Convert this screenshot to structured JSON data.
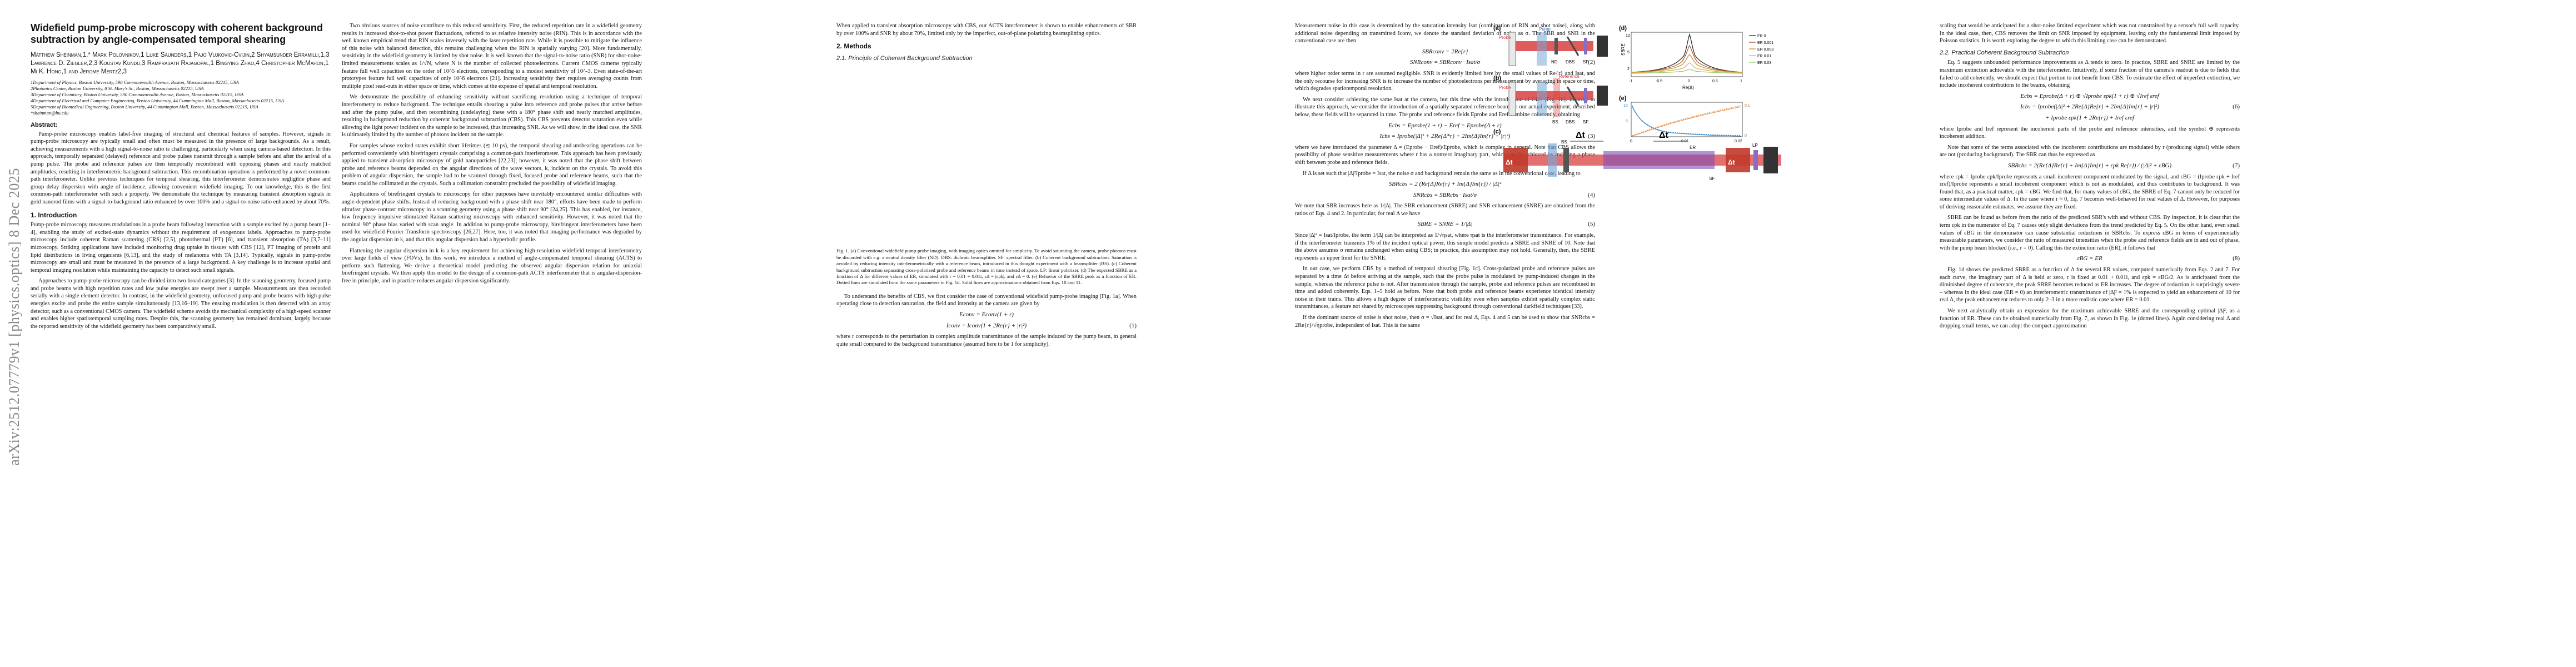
{
  "arxiv_stamp": "arXiv:2512.07779v1  [physics.optics]  8 Dec 2025",
  "title": "Widefield pump-probe microscopy with coherent background subtraction by angle-compensated temporal shearing",
  "authors": "Matthew Sheinman,1,* Mark Polovnikov,1 Luke Saunders,1 Pajo Vujkovic-Cvijin,2 Shyamsunder Erramilli,1,3 Lawrence D. Ziegler,2,3 Koustav Kundu,3 Ramprasath Rajagopal,1 Bingying Zhao,4 Christopher McMahon,1 Mi K. Hong,1 and Jerome Mertz2,3",
  "affiliations": [
    "1Department of Physics, Boston University, 590 Commonwealth Avenue, Boston, Massachusetts 02215, USA",
    "2Photonics Center, Boston University, 8 St. Mary's St., Boston, Massachusetts 02215, USA",
    "3Department of Chemistry, Boston University, 590 Commonwealth Avenue, Boston, Massachusetts 02215, USA",
    "4Department of Electrical and Computer Engineering, Boston University, 44 Cummington Mall, Boston, Massachusetts 02215, USA",
    "5Department of Biomedical Engineering, Boston University, 44 Cummington Mall, Boston, Massachusetts 02215, USA",
    "*sheinman@bu.edu"
  ],
  "abstract_heading": "Abstract:",
  "abstract": "Pump-probe microscopy enables label-free imaging of structural and chemical features of samples. However, signals in pump-probe microscopy are typically small and often must be measured in the presence of large backgrounds. As a result, achieving measurements with a high signal-to-noise ratio is challenging, particularly when using camera-based detection. In this approach, temporally separated (delayed) reference and probe pulses transmit through a sample before and after the arrival of a pump pulse. The probe and reference pulses are then temporally recombined with opposing phases and nearly matched amplitudes, resulting in interferometric background subtraction. This recombination operation is performed by a novel common-path interferometer. Unlike previous techniques for temporal shearing, this interferometer demonstrates negligible phase and group delay dispersion with angle of incidence, allowing convenient widefield imaging. To our knowledge, this is the first common-path interferometer with such a property. We demonstrate the technique by measuring transient absorption signals in gold nanorod films with a signal-to-background ratio enhanced by over 100% and a signal-to-noise ratio enhanced by about 70%.",
  "sec1_heading": "1.   Introduction",
  "sec1_p1": "Pump-probe microscopy measures modulations in a probe beam following interaction with a sample excited by a pump beam [1–4], enabling the study of excited-state dynamics without the requirement of exogenous labels. Approaches to pump-probe microscopy include coherent Raman scattering (CRS) [2,5], photothermal (PT) [6], and transient absorption (TA) [3,7–11] microscopy. Striking applications have included monitoring drug uptake in tissues with CRS [12], PT imaging of protein and lipid distributions in living organisms [6,13], and the study of melanoma with TA [3,14]. Typically, signals in pump-probe microscopy are small and must be measured in the presence of a large background. A key challenge is to increase spatial and temporal imaging resolution while maintaining the capacity to detect such small signals.",
  "sec1_p2": "Approaches to pump-probe microscopy can be divided into two broad categories [3]. In the scanning geometry, focused pump and probe beams with high repetition rates and low pulse energies are swept over a sample. Measurements are then recorded serially with a single element detector. In contrast, in the widefield geometry, unfocused pump and probe beams with high pulse energies excite and probe the entire sample simultaneously [13,16–19]. The ensuing modulation is then detected with an array detector, such as a conventional CMOS camera. The widefield scheme avoids the mechanical complexity of a high-speed scanner and enables higher spatiotemporal sampling rates. Despite this, the scanning geometry has remained dominant, largely because the reported sensitivity of the widefield geometry has been comparatively small.",
  "col2_p1": "Two obvious sources of noise contribute to this reduced sensitivity. First, the reduced repetition rate in a widefield geometry results in increased shot-to-shot power fluctuations, referred to as relative intensity noise (RIN). This is in accordance with the well known empirical trend that RIN scales inversely with the laser repetition rate. While it is possible to mitigate the influence of this noise with balanced detection, this remains challenging when the RIN is spatially varying [20]. More fundamentally, sensitivity in the widefield geometry is limited by shot noise. It is well known that the signal-to-noise ratio (SNR) for shot-noise-limited measurements scales as 1/√N, where N is the number of collected photoelectrons. Current CMOS cameras typically feature full well capacities on the order of 10^5 electrons, corresponding to a modest sensitivity of 10^-3. Even state-of-the-art prototypes feature full well capacities of only 10^6 electrons [21]. Increasing sensitivity then requires averaging counts from multiple pixel read-outs in either space or time, which comes at the expense of spatial and temporal resolution.",
  "col2_p2": "We demonstrate the possibility of enhancing sensitivity without sacrificing resolution using a technique of temporal interferometry to reduce background. The technique entails shearing a pulse into reference and probe pulses that arrive before and after the pump pulse, and then recombining (undelaying) these with a 180° phase shift and nearly matched amplitudes, resulting in background reduction by coherent background subtraction (CBS). This CBS prevents detector saturation even while allowing the light power incident on the sample to be increased, thus increasing SNR. As we will show, in the ideal case, the SNR is ultimately limited by the number of photons incident on the sample.",
  "col2_p3": "For samples whose excited states exhibit short lifetimes (≲ 10 ps), the temporal shearing and unshearing operations can be performed conveniently with birefringent crystals comprising a common-path interferometer. This approach has been previously applied to transient absorption microscopy of gold nanoparticles [22,23]; however, it was noted that the phase shift between probe and reference beams depended on the angular directions of the wave vectors, k, incident on the crystals. To avoid this problem of angular dispersion, the sample had to be scanned through fixed, focused probe and reference beams, such that the beams could be collimated at the crystals. Such a collimation constraint precluded the possibility of widefield imaging.",
  "col2_p4": "Applications of birefringent crystals to microscopy for other purposes have inevitably encountered similar difficulties with angle-dependent phase shifts. Instead of reducing background with a phase shift near 180°, efforts have been made to perform ultrafast phase-contrast microscopy in a scanning geometry using a phase shift near 90° [24,25]. This has enabled, for instance, low frequency impulsive stimulated Raman scattering microscopy with enhanced sensitivity. However, it was noted that the nominal 90° phase bias varied with scan angle. In addition to pump-probe microscopy, birefringent interferometers have been used for widefield Fourier Transform spectroscopy [26,27]. Here, too, it was noted that imaging performance was degraded by the angular dispersion in k, and that this angular dispersion had a hyperbolic profile.",
  "col2_p5": "Flattening the angular dispersion in k is a key requirement for achieving high-resolution widefield temporal interferometry over large fields of view (FOVs). In this work, we introduce a method of angle-compensated temporal shearing (ACTS) to perform such flattening. We derive a theoretical model predicting the observed angular dispersion relation for uniaxial birefringent crystals. We then apply this model to the design of a common-path ACTS interferometer that is angular-dispersion-free in principle, and in practice reduces angular dispersion significantly.",
  "col3_p1": "When applied to transient absorption microscopy with CBS, our ACTS interferometer is shown to enable enhancements of SBR by over 100% and SNR by about 70%, limited only by the imperfect, out-of-plane polarizing beamsplitting optics.",
  "sec2_heading": "2.   Methods",
  "sec21_heading": "2.1.   Principle of Coherent Background Subtraction",
  "fig1_caption": "Fig. 1. (a) Conventional widefield pump-probe imaging, with imaging optics omitted for simplicity. To avoid saturating the camera, probe photons must be discarded with e.g. a neutral density filter (ND). DBS: dichroic beamsplitter. SF: spectral filter. (b) Coherent background subtraction. Saturation is avoided by reducing intensity interferometrically with a reference beam, introduced in this thought experiment with a beamsplitter (BS). (c) Coherent background subtraction separating cross-polarized probe and reference beams in time instead of space. LP: linear polarizer. (d) The expected SBRE as a function of Δ for different values of ER, simulated with r = 0.01 + 0.01i, εΔ = |εpk|, and εΔ = 0. (e) Behavior of the SBRE peak as a function of ER. Dotted lines are simulated from the same parameters in Fig. 1d. Solid lines are approximations obtained from Eqs. 10 and 11.",
  "col3_p2": "To understand the benefits of CBS, we first consider the case of conventional widefield pump-probe imaging [Fig. 1a]. When operating close to detection saturation, the field and intensity at the camera are given by",
  "eq1a": "Econv = Econv(1 + r)",
  "eq1b": "Iconv = Iconv(1 + 2Re{r} + |r|²)",
  "eq1_num": "(1)",
  "col3_p3": "where r corresponds to the perturbation in complex amplitude transmittance of the sample induced by the pump beam, in general quite small compared to the background transmittance (assumed here to be 1 for simplicity).",
  "col4_p1": "Measurement noise in this case is determined by the saturation intensity Isat (combination of RIN and shot noise), along with additional noise depending on transmitted Iconv, we denote the standard deviation of noise as σ. The SBR and SNR in the conventional case are then",
  "eq2a": "SBRconv = 2Re{r}",
  "eq2b": "SNRconv = SBRconv · Isat/σ",
  "eq2_num": "(2)",
  "col4_p2": "where higher order terms in r are assumed negligible. SNR is evidently limited here by the small values of Re{r} and Isat, and the only recourse for increasing SNR is to increase the number of photoelectrons per measurement by averaging in space or time, which degrades spatiotemporal resolution.",
  "col4_p3": "We next consider achieving the same Isat at the camera, but this time with the introduction of CBS [Fig. 1b]. In order to illustrate this approach, we consider the introduction of a spatially separated reference beam. In our actual experiment, described below, these fields will be separated in time. The probe and reference fields Eprobe and Eref combine coherently, obtaining",
  "eq3a": "Ecbs = Eprobe(1 + r) − Eref = Eprobe(Δ + r)",
  "eq3b": "Icbs = Iprobe(|Δ|² + 2Re{Δ*r} + 2Im{Δ}Im{r} + |r|²)",
  "eq3_num": "(3)",
  "col4_p4": "where we have introduced the parameter Δ = (Eprobe − Eref)/Eprobe, which is complex in general. Note that CBS allows the possibility of phase sensitive measurements where r has a nonzero imaginary part, which can be achieved by inducing a phase shift between probe and reference fields.",
  "col4_p5": "If Δ is set such that |Δ|²Iprobe = Isat, the noise σ and background remain the same as in the conventional case, leading to",
  "eq4a": "SBRcbs = 2 (Re{Δ}Re{r} + Im{Δ}Im{r}) / |Δ|²",
  "eq4b": "SNRcbs = SBRcbs · Isat/σ",
  "eq4_num": "(4)",
  "col4_p6": "We note that SBR increases here as 1/|Δ|. The SBR enhancement (SBRE) and SNR enhancement (SNRE) are obtained from the ratios of Eqs. 4 and 2. In particular, for real Δ we have",
  "eq5": "SBRE = SNRE = 1/|Δ|",
  "eq5_num": "(5)",
  "col4_p7": "Since |Δ|² = Isat/Iprobe, the term 1/|Δ| can be interpreted as 1/√ηsat, where ηsat is the interferometer transmittance. For example, if the interferometer transmits 1% of the incident optical power, this simple model predicts a SBRE and SNRE of 10. Note that the above assumes σ remains unchanged when using CBS; in practice, this assumption may not hold. Generally, then, the SBRE represents an upper limit for the SNRE.",
  "col4_p8": "In our case, we perform CBS by a method of temporal shearing [Fig. 1c]. Cross-polarized probe and reference pulses are separated by a time Δt before arriving at the sample, such that the probe pulse is modulated by pump-induced changes in the sample, whereas the reference pulse is not. After transmission through the sample, probe and reference pulses are recombined in time and added coherently. Eqs. 1–5 hold as before. Note that both probe and reference beams experience identical intensity noise in their trains. This allows a high degree of interferometric visibility even when samples exhibit spatially complex static transmittances, a feature not shared by microscopes suppressing background through conventional darkfield techniques [33].",
  "col4_p9": "If the dominant source of noise is shot noise, then σ = √Isat, and for real Δ, Eqs. 4 and 5 can be used to show that SNRcbs = 2Re{r}/√ηprobe, independent of Isat. This is the same",
  "col5_p1": "scaling that would be anticipated for a shot-noise limited experiment which was not constrained by a sensor's full well capacity. In the ideal case, then, CBS removes the limit on SNR imposed by equipment, leaving only the fundamental limit imposed by Poisson statistics. It is worth exploring the degree to which this limiting case can be demonstrated.",
  "sec22_heading": "2.2.   Practical Coherent Background Subtraction",
  "col5_p2": "Eq. 5 suggests unbounded performance improvements as Δ tends to zero. In practice, SBRE and SNRE are limited by the maximum extinction achievable with the interferometer. Intuitively, if some fraction of the camera's readout is due to fields that failed to add coherently, we should expect that portion to not benefit from CBS. To estimate the effect of imperfect extinction, we include incoherent contributions to the beams, obtaining",
  "eq6a": "Ecbs = Eprobe(Δ + r) ⊕ √Iprobe εpk(1 + r) ⊕ √Iref εref",
  "eq6b": "Icbs = Iprobe(|Δ|² + 2Re{Δ}Re{r} + 2Im{Δ}Im{r} + |r|²)",
  "eq6c": "+ Iprobe εpk(1 + 2Re{r}) + Iref εref",
  "eq6_num": "(6)",
  "col5_p3": "where Iprobe and Iref represent the incoherent parts of the probe and reference intensities, and the symbol ⊕ represents incoherent addition.",
  "col5_p4": "Note that some of the terms associated with the incoherent contributions are modulated by r (producing signal) while others are not (producing background). The SBR can thus be expressed as",
  "eq7": "SBRcbs = 2(Re{Δ}Re{r} + Im{Δ}Im{r} + εpk Re{r}) / (|Δ|² + εBG)",
  "eq7_num": "(7)",
  "col5_p5": "where εpk = Iprobe εpk/Iprobe represents a small incoherent component modulated by the signal, and εBG = (Iprobe εpk + Iref εref)/Iprobe represents a small incoherent component which is not as modulated, and thus contributes to background. It was found that, as a practical matter, εpk = εBG. We find that, for many values of εBG, the SBRE of Eq. 7 cannot only be reduced for some intermediate values of Δ. In the case where r ≈ 0, Eq. 7 becomes well-behaved for real values of Δ. However, for purposes of deriving reasonable estimates, we assume they are fixed.",
  "col5_p6": "SBRE can be found as before from the ratio of the predicted SBR's with and without CBS. By inspection, it is clear that the term εpk in the numerator of Eq. 7 causes only slight deviations from the trend predicted by Eq. 5. On the other hand, even small values of εBG in the denominator can cause substantial reductions in SBRcbs. To express εBG in terms of experimentally measurable parameters, we consider the ratio of measured intensities when the probe and reference fields are in and out of phase, with the pump beam blocked (i.e., r = 0). Calling this the extinction ratio (ER), it follows that",
  "eq8": "εBG = ER",
  "eq8_num": "(8)",
  "col5_p7": "Fig. 1d shows the predicted SBRE as a function of Δ for several ER values, computed numerically from Eqs. 2 and 7. For each curve, the imaginary part of Δ is held at zero, r is fixed at 0.01 + 0.01i, and εpk = εBG/2. As is anticipated from the diminished degree of coherence, the peak SBRE becomes reduced as ER increases. The degree of reduction is surprisingly severe – whereas in the ideal case (ER = 0) an interferometric transmittance of |Δ|² = 1% is expected to yield an enhancement of 10 for real Δ, the peak enhancement reduces to only 2–3 in a more realistic case where ER = 0.01.",
  "col5_p8": "We next analytically obtain an expression for the maximum achievable SBRE and the corresponding optimal |Δ|², as a function of ER. These can be obtained numerically from Fig. 7, as shown in Fig. 1e (dotted lines). Again considering real Δ and dropping small terms, we can adopt the compact approximation",
  "fig_labels": {
    "a": "(a)",
    "b": "(b)",
    "c": "(c)",
    "d": "(d)",
    "e": "(e)",
    "probe": "Probe",
    "pump": "Pump",
    "reference": "Reference",
    "nd": "ND",
    "dbs": "DBS",
    "sf": "SF",
    "bs": "BS",
    "lp": "LP",
    "dt": "Δt",
    "d_ylabel": "SBRE",
    "d_xlabel": "Re(Δ)",
    "e_xlabel": "ER",
    "d_legend": [
      "ER 0",
      "ER 0.001",
      "ER 0.003",
      "ER 0.01",
      "ER 0.03"
    ],
    "d_xticks": [
      "-1",
      "-0.5",
      "0",
      "0.5",
      "1"
    ],
    "d_yticks": [
      "2",
      "5",
      "10"
    ],
    "e_xticks": [
      "0",
      "0.01",
      "0.02"
    ],
    "e_right_ticks": [
      "0.1",
      "0"
    ],
    "e_left_ticks": [
      "10",
      "5"
    ]
  },
  "colors": {
    "probe": "#d94040",
    "pump": "#7aa7d6",
    "purple": "#7d4fb5",
    "orange": "#e8863a"
  }
}
